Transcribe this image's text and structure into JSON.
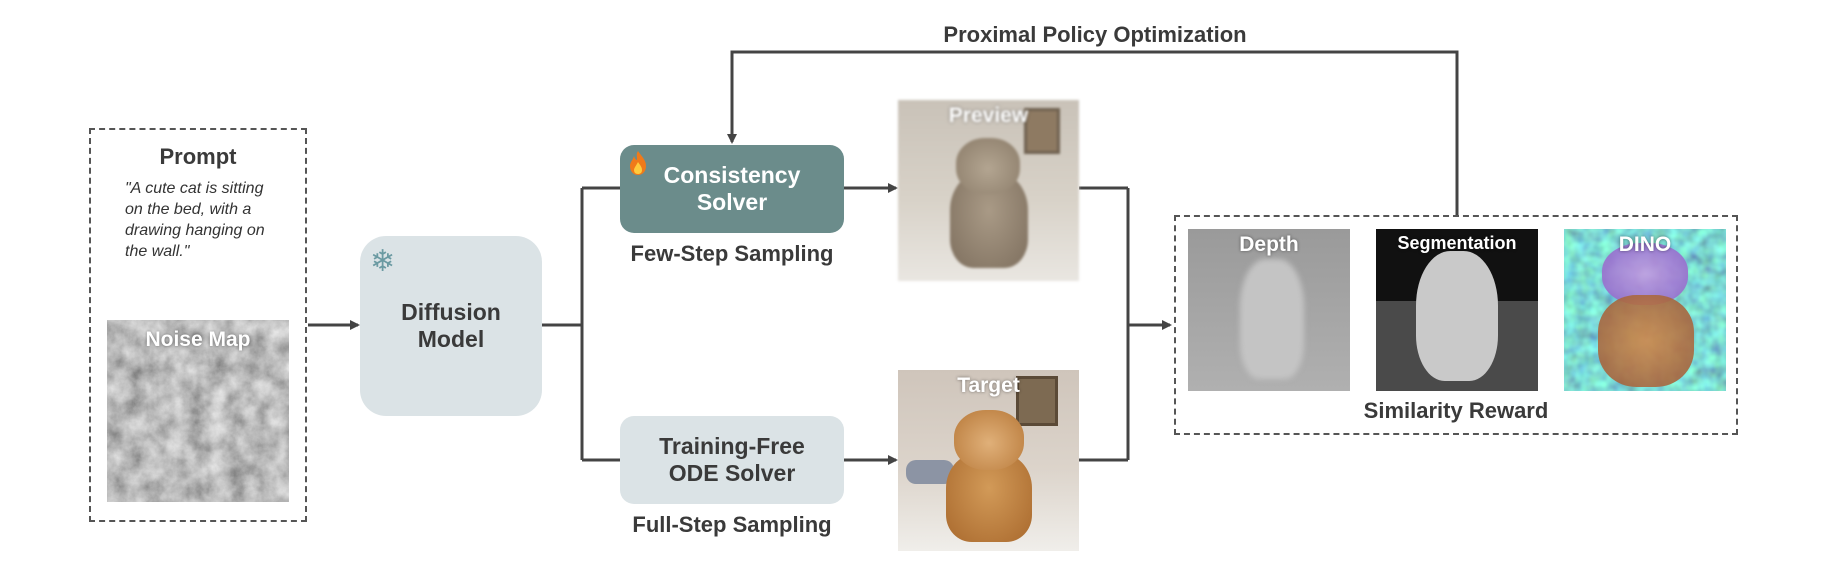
{
  "title": "Proximal Policy Optimization",
  "prompt": {
    "heading": "Prompt",
    "text": "\"A cute cat is sitting on the bed, with a drawing hanging on the wall.\"",
    "noise_label": "Noise Map"
  },
  "diffusion": {
    "label": "Diffusion Model",
    "icon": "snowflake-icon"
  },
  "consistency": {
    "label": "Consistency Solver",
    "icon": "fire-icon",
    "caption": "Few-Step Sampling",
    "preview_label": "Preview"
  },
  "ode": {
    "label": "Training-Free ODE Solver",
    "caption": "Full-Step Sampling",
    "target_label": "Target"
  },
  "reward": {
    "caption": "Similarity Reward",
    "maps": [
      {
        "label": "Depth"
      },
      {
        "label": "Segmentation"
      },
      {
        "label": "DINO"
      }
    ]
  },
  "colors": {
    "consistency_fill": "#6b8c8b",
    "solver_fill": "#dbe3e6",
    "arrow": "#444444"
  }
}
